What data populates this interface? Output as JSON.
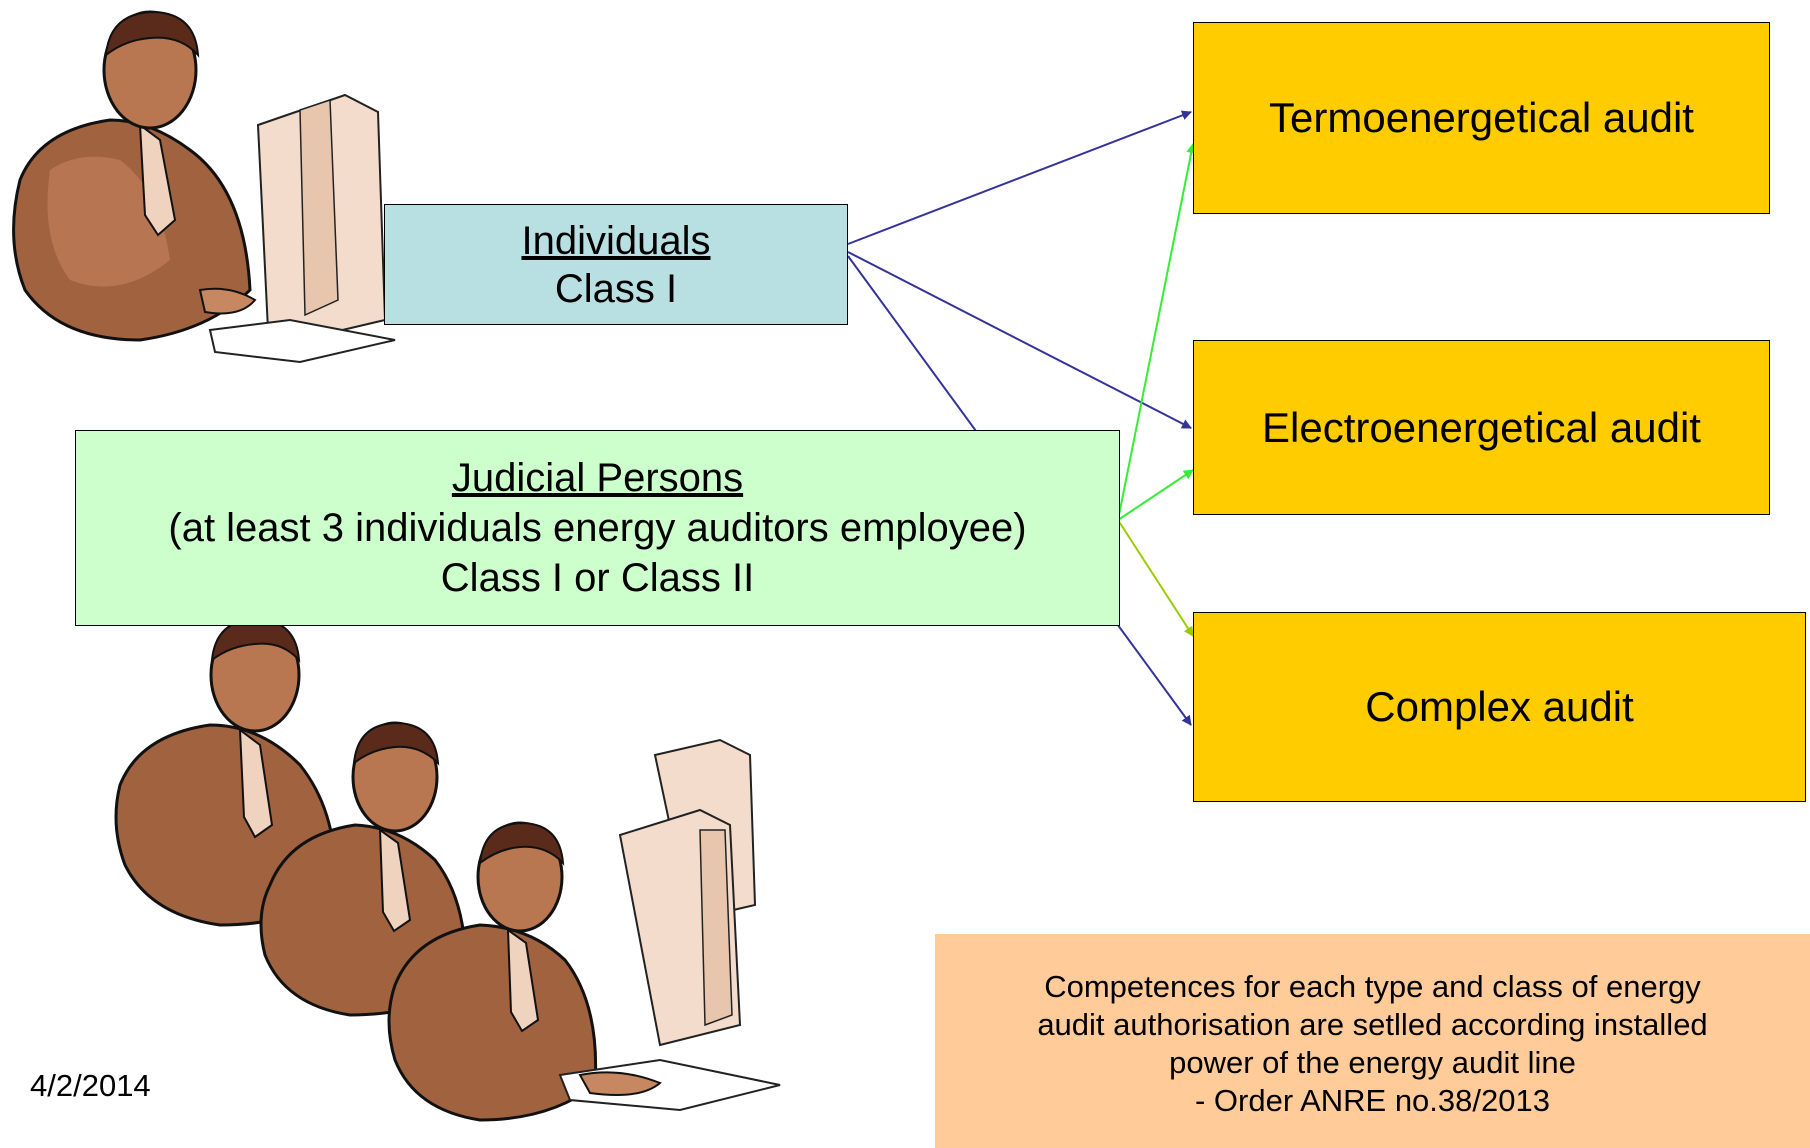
{
  "individuals": {
    "title": "Individuals",
    "subtitle": "Class I"
  },
  "judicial": {
    "title": "Judicial Persons",
    "line2": "(at least 3 individuals energy auditors employee)",
    "line3": "Class I or  Class II"
  },
  "audits": {
    "termo": "Termoenergetical audit",
    "electro": "Electroenergetical audit",
    "complex": "Complex audit"
  },
  "note": {
    "line1": "Competences for each type and class of energy",
    "line2": "audit authorisation are setlled according installed",
    "line3": "power of the energy audit line",
    "line4": "- Order ANRE  no.38/2013"
  },
  "date": "4/2/2014",
  "colors": {
    "individuals_fill": "#b8dfe2",
    "judicial_fill": "#ccffcc",
    "audit_fill": "#ffcc00",
    "note_fill": "#ffcc99",
    "arrow_individuals": "#333399",
    "arrow_judicial": "#33ee33",
    "arrow_judicial_complex": "#99cc00"
  },
  "illustrations": [
    "businessman-at-computer-icon",
    "businessmen-group-at-computers-icon"
  ]
}
